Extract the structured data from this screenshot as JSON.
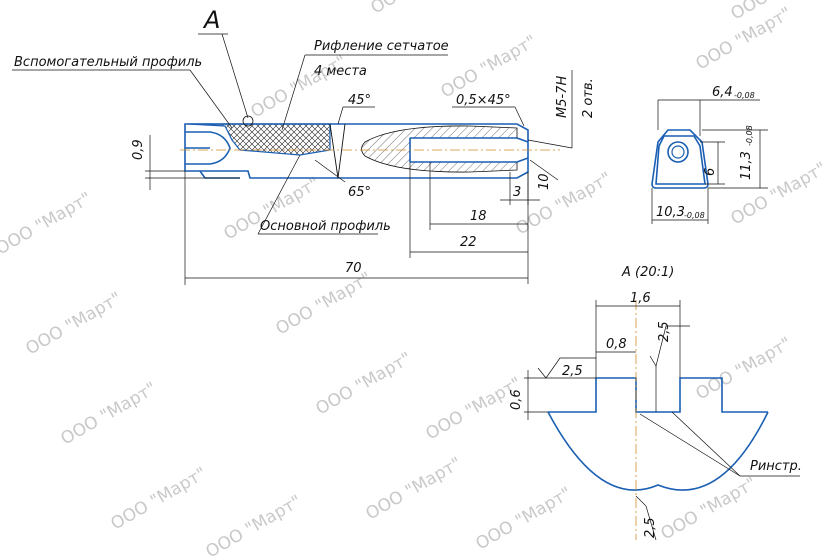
{
  "callouts": {
    "view_letter": "A",
    "aux_profile": "Вспомогательный профиль",
    "knurl_line1": "Рифление сетчатое",
    "knurl_line2": "4 места",
    "main_profile": "Основной профиль",
    "thread_1": "M5-7H",
    "thread_2": "2 отв.",
    "tool": "Ринстр."
  },
  "dimensions": {
    "d_0_9": "0,9",
    "d_45": "45°",
    "d_65": "65°",
    "d_chamfer": "0,5×45°",
    "d_10": "10",
    "d_3": "3",
    "d_18": "18",
    "d_22": "22",
    "d_70": "70",
    "d_6_4": "6,4",
    "d_6_4_tol": "-0,08",
    "d_11_3": "11,3",
    "d_11_3_tol": "-0,08",
    "d_6": "6",
    "d_10_3": "10,3",
    "d_10_3_tol": "-0,08"
  },
  "detail": {
    "title": "A (20:1)",
    "d_1_6": "1,6",
    "d_0_8": "0,8",
    "d_0_6": "0,6",
    "rough_1": "2,5",
    "rough_2": "2,5",
    "rough_3": "2,5"
  },
  "watermark": "ООО \"Март\"",
  "colors": {
    "outline": "#1a5fb4",
    "lines": "#111111",
    "center": "#d08a2a",
    "watermark": "#c9c9c9"
  }
}
